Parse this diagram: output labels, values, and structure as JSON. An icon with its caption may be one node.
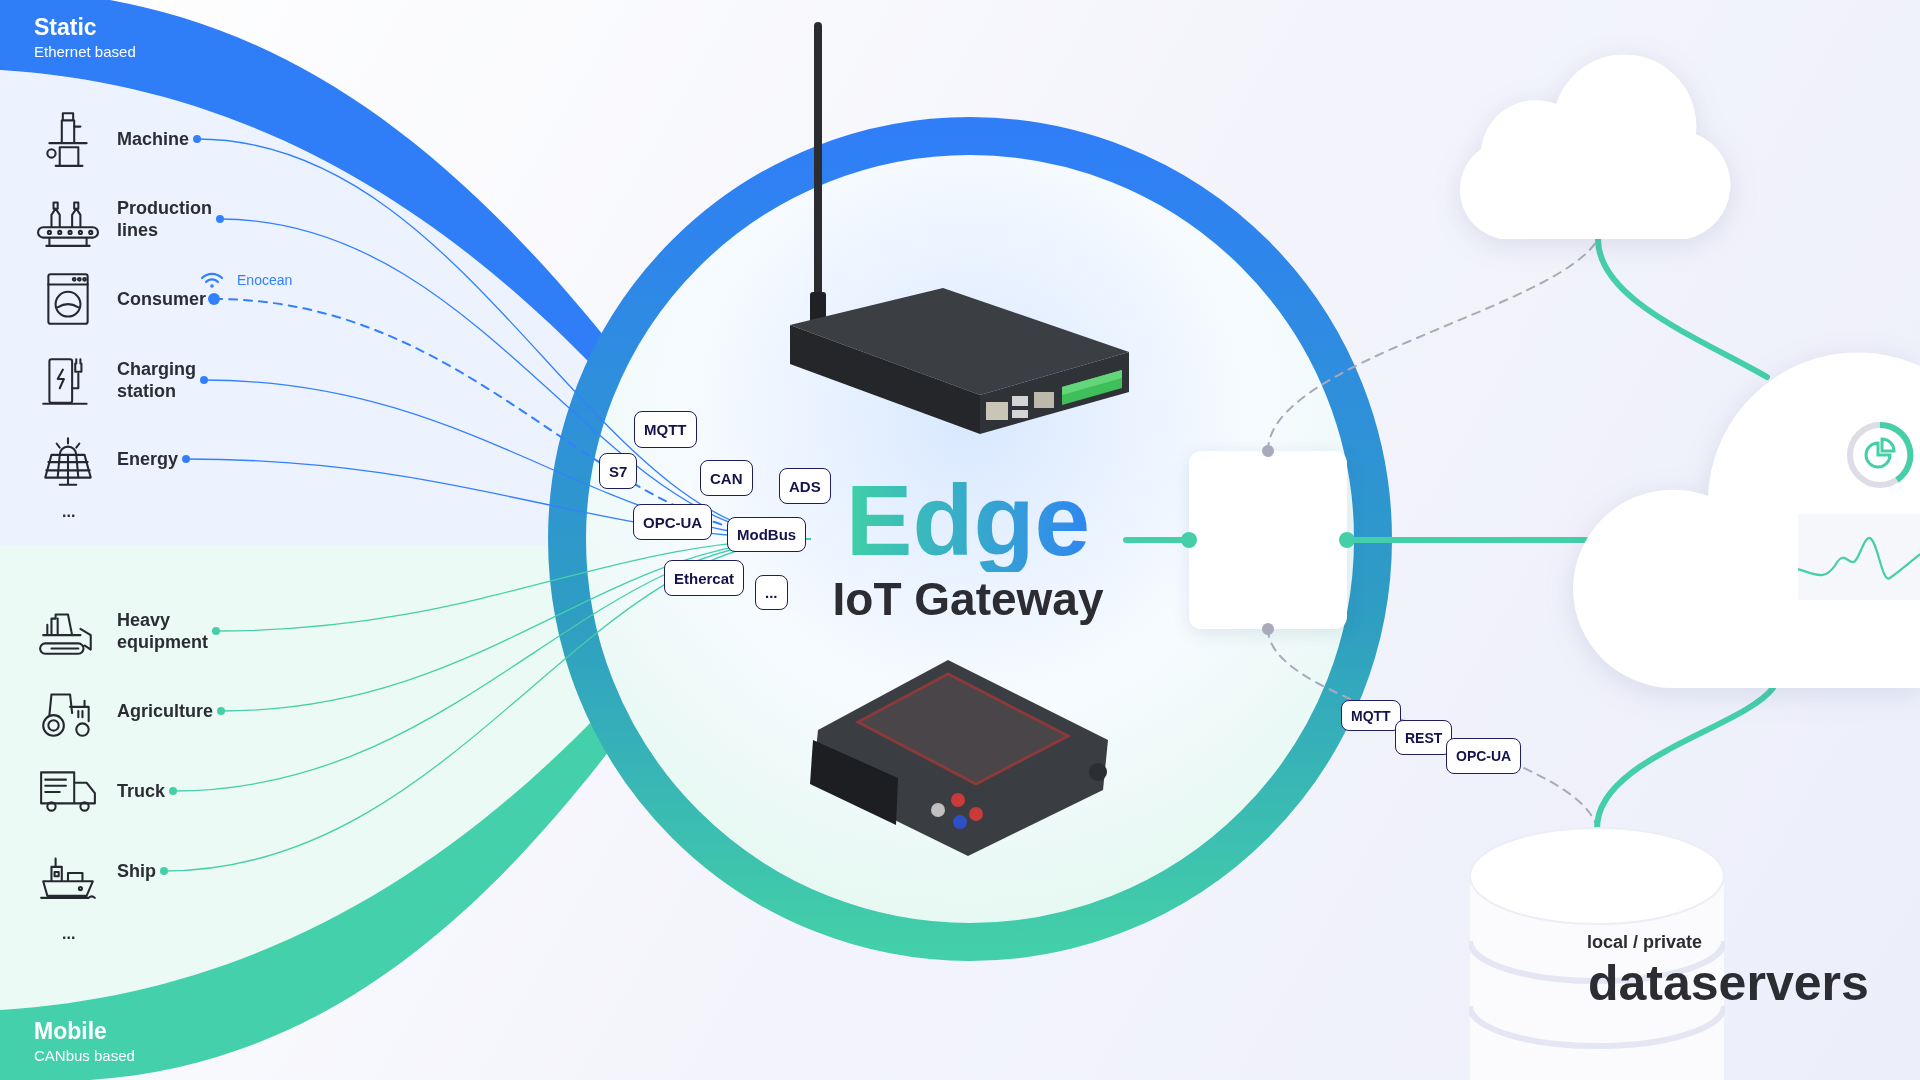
{
  "diagram": {
    "nodes": [
      {
        "text": [
          "Static",
          "Ethernet based"
        ]
      },
      {
        "text": [
          "Machine"
        ]
      },
      {
        "text": [
          "Production lines"
        ]
      },
      {
        "text": [
          "Consumer"
        ]
      },
      {
        "text": [
          "Charging station"
        ]
      },
      {
        "text": [
          "Energy"
        ]
      },
      {
        "text": [
          "Heavy equipment"
        ]
      },
      {
        "text": [
          "Agriculture"
        ]
      },
      {
        "text": [
          "Truck"
        ]
      },
      {
        "text": [
          "Ship"
        ]
      },
      {
        "text": [
          "Mobile",
          "CANbus based"
        ]
      },
      {
        "text": [],
        "shape": "circle"
      },
      {
        "text": [
          "Edge",
          "IoT Gateway"
        ],
        "in": 11
      },
      {
        "text": [],
        "shape": "box",
        "in": 11
      },
      {
        "text": [],
        "shape": "cloud"
      },
      {
        "text": [],
        "shape": "cloud"
      },
      {
        "text": [
          "local / private",
          "dataservers"
        ]
      }
    ],
    "edges": [
      {
        "from": 1,
        "to": 12,
        "arrow": "other",
        "color": "#3380ff"
      },
      {
        "from": 2,
        "to": 12,
        "arrow": "other",
        "color": "#3380ff"
      },
      {
        "from": 3,
        "to": 12,
        "arrow": "other",
        "color": "#3380ff",
        "style": "dashed",
        "label": "Enocean"
      },
      {
        "from": 4,
        "to": 12,
        "arrow": "other",
        "color": "#3380ff"
      },
      {
        "from": 5,
        "to": 12,
        "arrow": "other",
        "color": "#3380ff"
      },
      {
        "from": 6,
        "to": 12,
        "arrow": "other"
      },
      {
        "from": 7,
        "to": 12,
        "arrow": "other"
      },
      {
        "from": 8,
        "to": 12,
        "arrow": "other"
      },
      {
        "from": 9,
        "to": 12,
        "arrow": "other"
      },
      {
        "from": 13,
        "to": 12,
        "arrow": "other",
        "style": "thick"
      },
      {
        "from": 13,
        "to": 15,
        "arrow": "other",
        "style": "thick"
      },
      {
        "from": 13,
        "to": 14,
        "arrow": "other",
        "style": "dashed",
        "color": "#a8aabb"
      },
      {
        "from": 13,
        "to": 16,
        "arrow": "other",
        "style": "dashed",
        "color": "#a8aabb"
      },
      {
        "from": 15,
        "to": 14,
        "arrow": "none",
        "style": "thick"
      },
      {
        "from": 15,
        "to": 16,
        "arrow": "none",
        "style": "thick"
      }
    ],
    "labels": [
      "...",
      "...",
      "MQTT",
      "S7",
      "CAN",
      "ADS",
      "OPC-UA",
      "ModBus",
      "Ethercat",
      "...",
      "MQTT",
      "REST",
      "OPC-UA"
    ]
  }
}
